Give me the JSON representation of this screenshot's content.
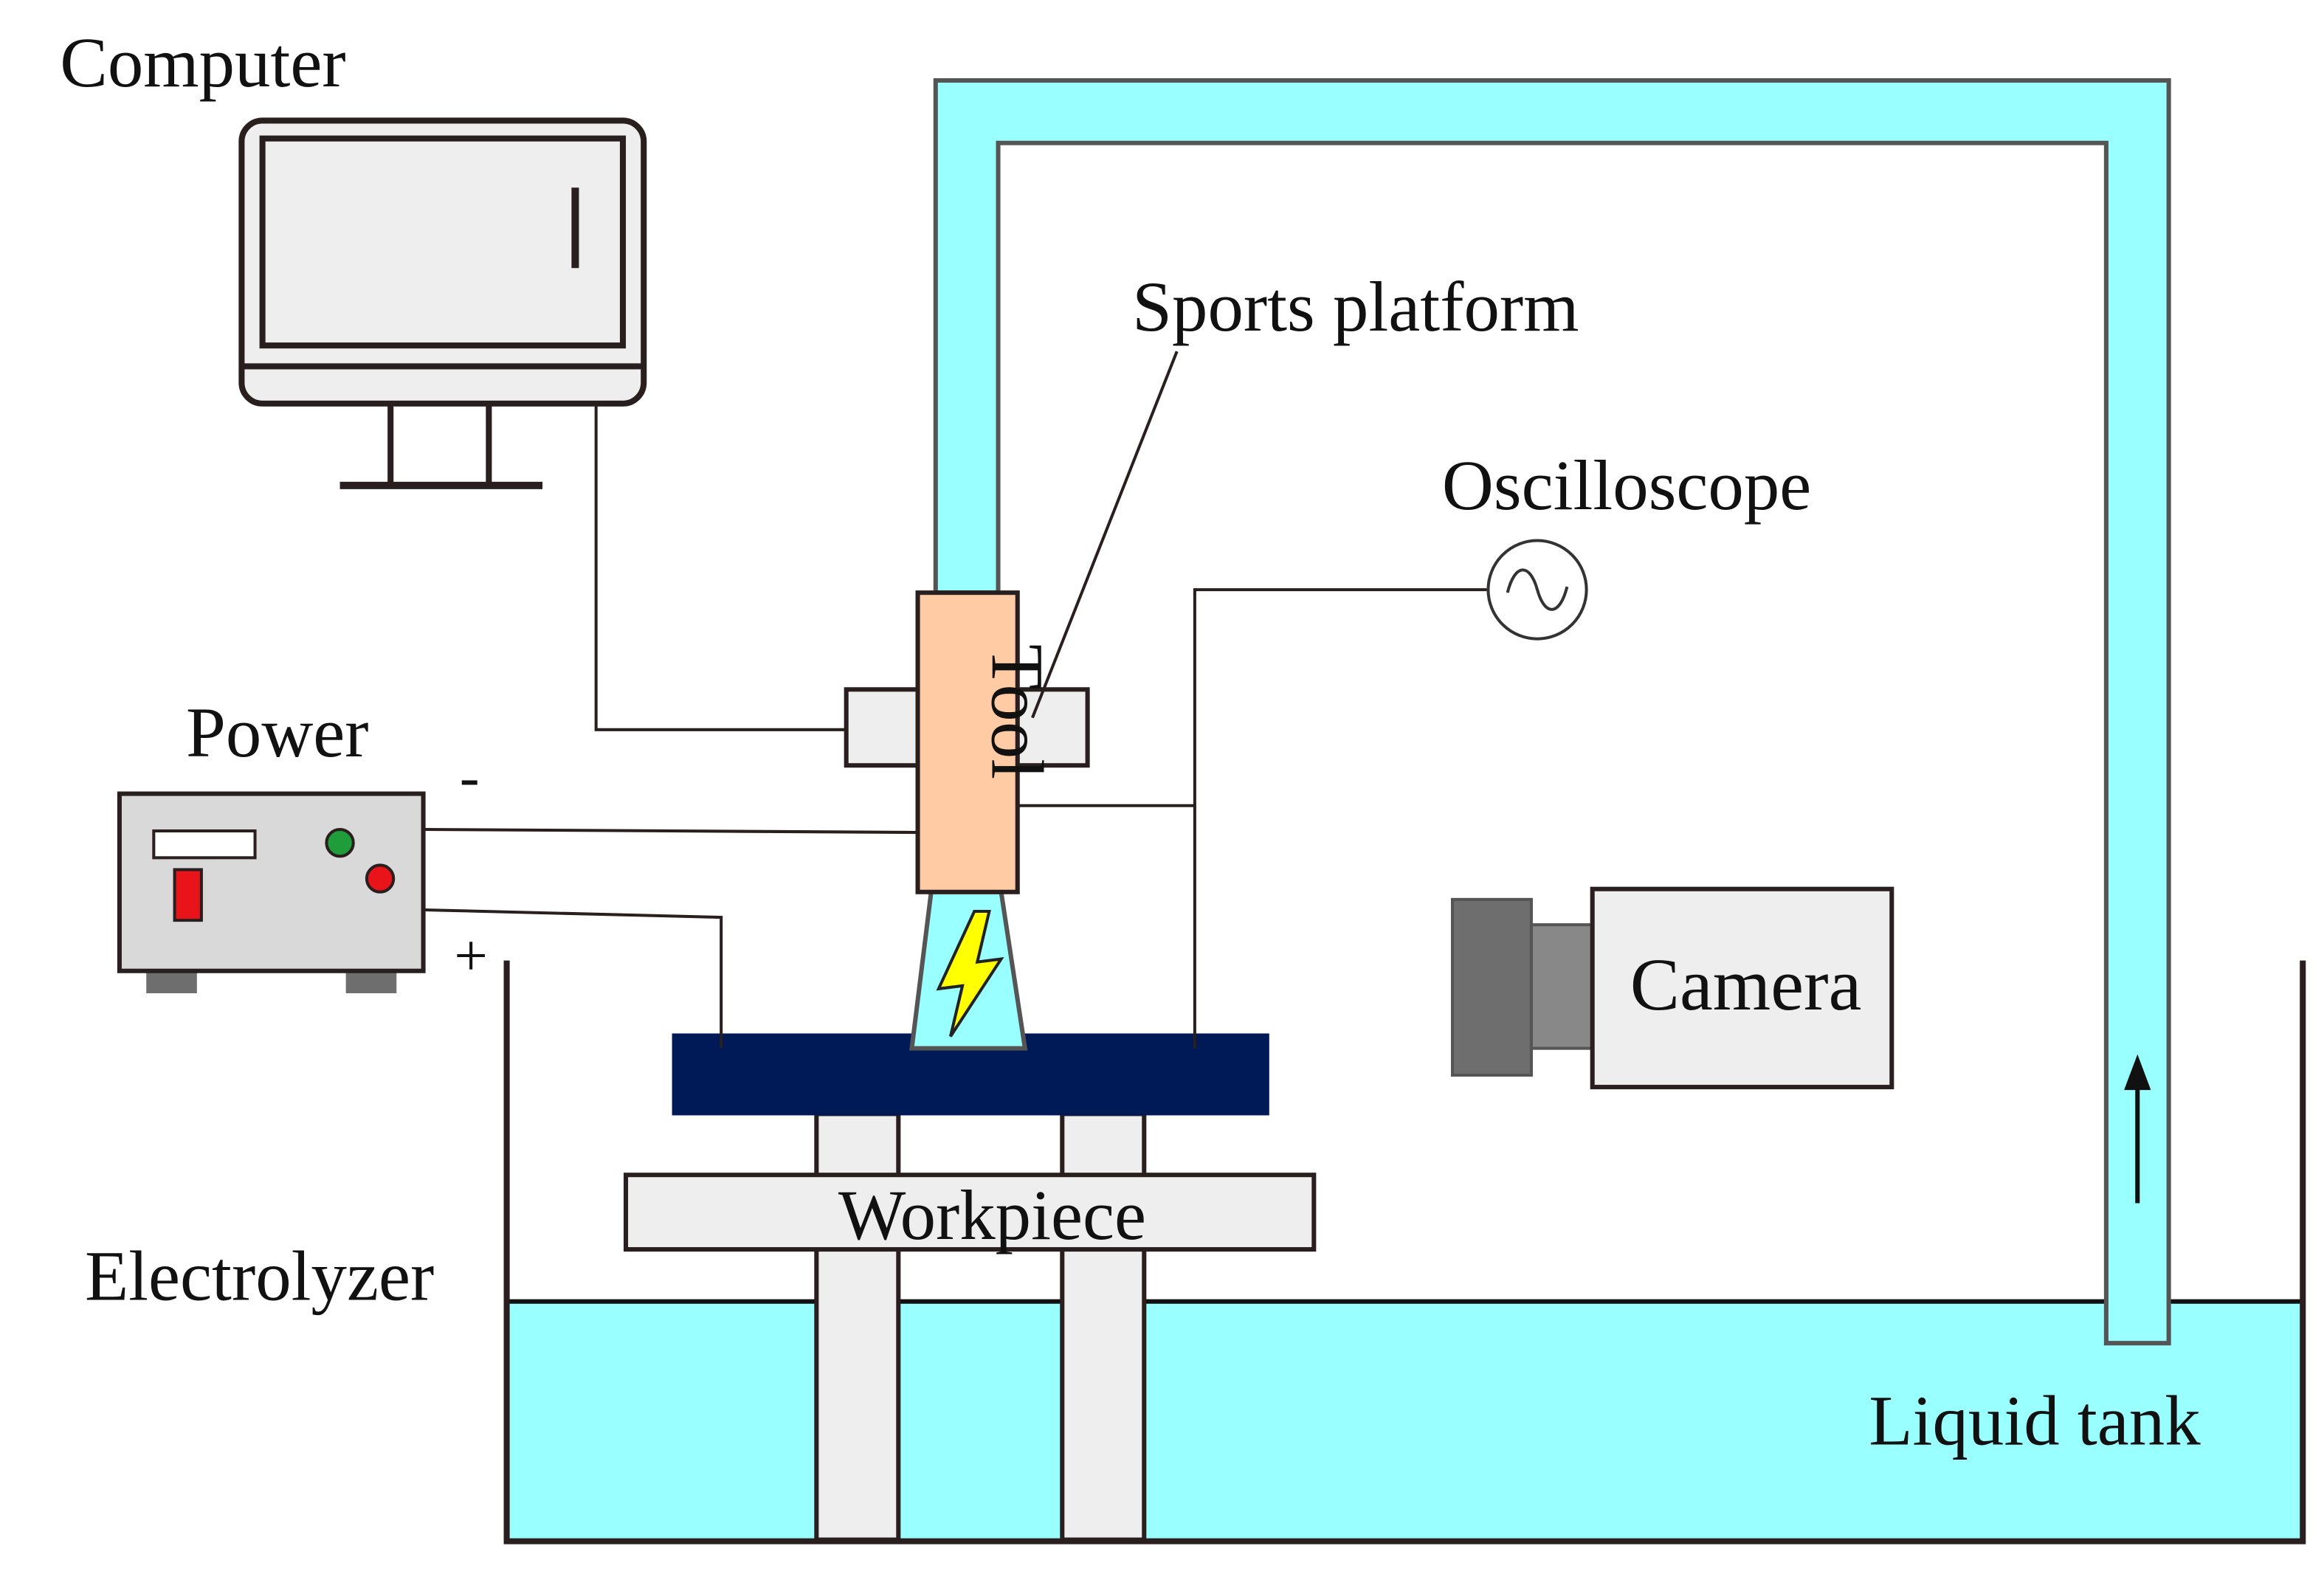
{
  "labels": {
    "computer": "Computer",
    "sports_platform": "Sports platform",
    "oscilloscope": "Oscilloscope",
    "power": "Power",
    "minus": "-",
    "plus": "+",
    "tool": "Tool",
    "camera": "Camera",
    "workpiece": "Workpiece",
    "electrolyzer": "Electrolyzer",
    "liquid_tank": "Liquid tank"
  },
  "colors": {
    "liquid": "#99ffff",
    "tool": "#ffcba4",
    "workpiece_plate": "#001a57",
    "device_gray": "#d9d9d9",
    "light_gray": "#eeeeee",
    "camera_dark": "#6e6e6e",
    "camera_mid": "#888888",
    "spark_yellow": "#ffff00",
    "power_led_green": "#1f9d3a",
    "power_led_red": "#e8141a",
    "outline": "#2a1f1f"
  },
  "icons": {
    "spark": "lightning-bolt-icon",
    "oscilloscope": "sine-wave-icon",
    "flow": "arrow-up-icon"
  }
}
